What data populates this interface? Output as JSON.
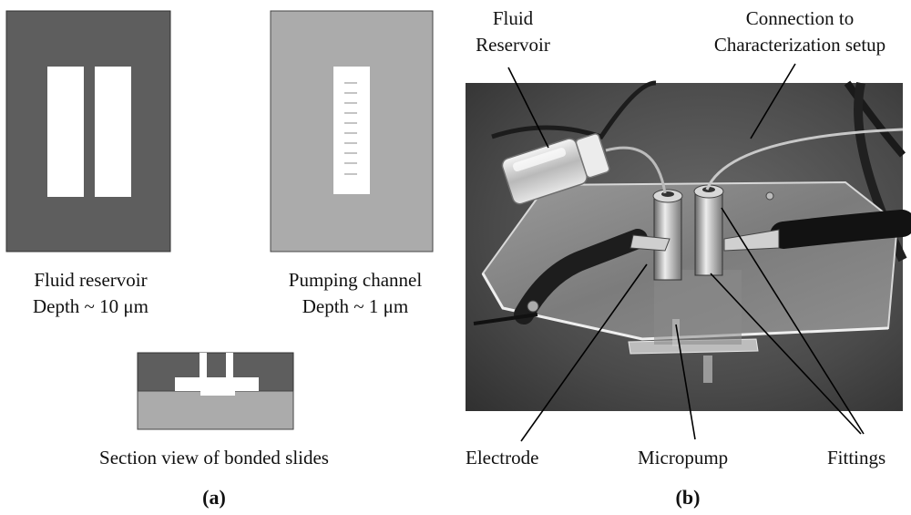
{
  "panel_a": {
    "reservoir_caption": {
      "line1": "Fluid reservoir",
      "line2": "Depth ~ 10 μm"
    },
    "channel_caption": {
      "line1": "Pumping channel",
      "line2": "Depth ~ 1 μm"
    },
    "section_caption": "Section view of bonded slides",
    "panel_label": "(a)"
  },
  "panel_b": {
    "callouts": {
      "fluid_reservoir": {
        "line1": "Fluid",
        "line2": "Reservoir"
      },
      "connection": {
        "line1": "Connection to",
        "line2": "Characterization setup"
      },
      "electrode": "Electrode",
      "micropump": "Micropump",
      "fittings": "Fittings"
    },
    "panel_label": "(b)"
  }
}
